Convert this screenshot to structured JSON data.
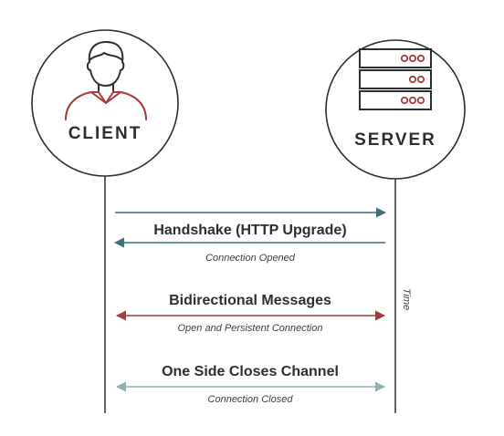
{
  "client": {
    "label": "CLIENT",
    "icon": "person-icon"
  },
  "server": {
    "label": "SERVER",
    "icon": "server-rack-icon",
    "units": [
      "ooo",
      "oo",
      "ooo"
    ]
  },
  "time_label": "Time",
  "messages": [
    {
      "title": "Handshake (HTTP Upgrade)",
      "subtitle": "Connection Opened"
    },
    {
      "title": "Bidirectional Messages",
      "subtitle": "Open and Persistent Connection"
    },
    {
      "title": "One Side Closes Channel",
      "subtitle": "Connection Closed"
    }
  ],
  "colors": {
    "outline": "#2b2f33",
    "accent_red": "#a83b3b",
    "handshake_arrow": "#3f6f7a",
    "close_arrow": "#8fb3b3",
    "background": "#ffffff"
  }
}
